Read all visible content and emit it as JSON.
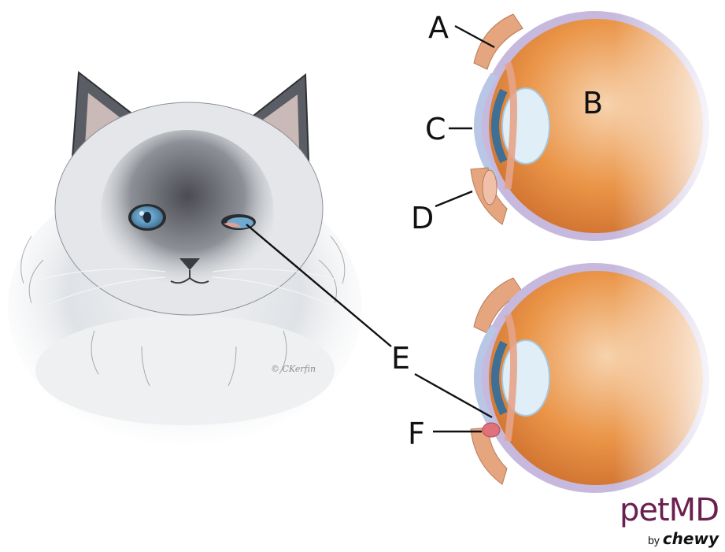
{
  "labels": {
    "a": "A",
    "b": "B",
    "c": "C",
    "d": "D",
    "e": "E",
    "f": "F"
  },
  "artist_signature": "© CKerfin",
  "logo": {
    "name": "petMD",
    "by": "by",
    "brand": "chewy",
    "color": "#6b1f4f"
  },
  "colors": {
    "fur": "#d9dce0",
    "iris": "#7fb6d6",
    "eyeball": "#e98a3c",
    "sclera": "#c6b9dd",
    "lens": "#dfeef7",
    "eyelid": "#e9a07f"
  }
}
